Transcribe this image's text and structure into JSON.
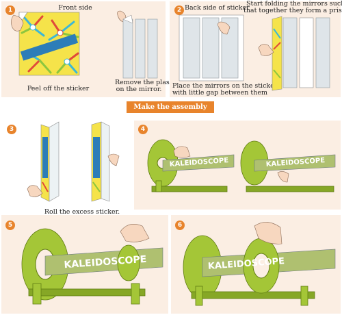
{
  "steps": {
    "s1": {
      "number": "1",
      "label_front": "Front side",
      "caption_peel": "Peel off the sticker",
      "caption_remove_1": "Remove the plastic",
      "caption_remove_2": "on the mirror."
    },
    "s2": {
      "number": "2",
      "label_back": "Back side of sticker",
      "caption_fold_1": "Start folding the mirrors such",
      "caption_fold_2": "that together they form a prism.",
      "caption_place_1": "Place the mirrors on the sticker",
      "caption_place_2": "with little gap between them"
    },
    "s3": {
      "number": "3",
      "caption_roll": "Roll the excess sticker."
    },
    "s4": {
      "number": "4"
    },
    "s5": {
      "number": "5"
    },
    "s6": {
      "number": "6"
    }
  },
  "banner": {
    "label": "Make the assembly"
  },
  "brand": {
    "tube_label": "KALEIDOSCOPE"
  },
  "colors": {
    "accent": "#e8842c",
    "panel_bg": "#fbeee3",
    "green": "#a4c637"
  }
}
